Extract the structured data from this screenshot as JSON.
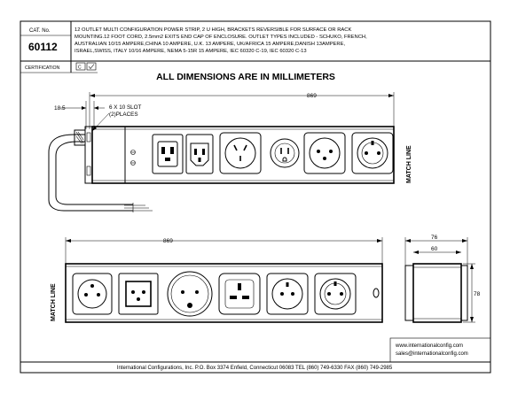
{
  "title_block": {
    "cat_label": "CAT. No.",
    "cat_number": "60112",
    "description_lines": [
      "12 OUTLET MULTI CONFIGURATION POWER STRIP, 2 U HIGH, BRACKETS REVERSIBLE FOR SURFACE OR  RACK",
      "MOUNTING.12 FOOT CORD, 2.5mm2 EXITS END CAP OF ENCLOSURE. OUTLET TYPES INCLUDED - SCHUKO, FRENCH,",
      "AUSTRALIAN 10/15 AMPERE,CHINA 10 AMPERE, U.K. 13 AMPERE, UK/AFRICA 15 AMPERE,DANISH 13AMPERE,",
      "ISRAEL,SWISS, ITALY 10/16 AMPERE, NEMA 5-15R 15 AMPERE, IEC 60320 C-19, IEC 60320 C-13"
    ],
    "certification_label": "CERTIFICATION"
  },
  "heading": "ALL DIMENSIONS ARE IN MILLIMETERS",
  "dimensions": {
    "left_offset": "18.5",
    "top_length": "869",
    "slot_note_line1": "6 X 10 SLOT",
    "slot_note_line2": "(2)PLACES",
    "bottom_length": "869",
    "end_width": "76",
    "end_depth": "60",
    "end_height": "78"
  },
  "match_line": "MATCH LINE",
  "footer": {
    "web_line1": "www.internationalconfig.com",
    "web_line2": "sales@internationalconfig.com",
    "company_line": "International Configurations, Inc.  P.O. Box 3374  Enfield, Connecticut 06083 TEL (860) 749-6330  FAX (860) 749-2985"
  }
}
